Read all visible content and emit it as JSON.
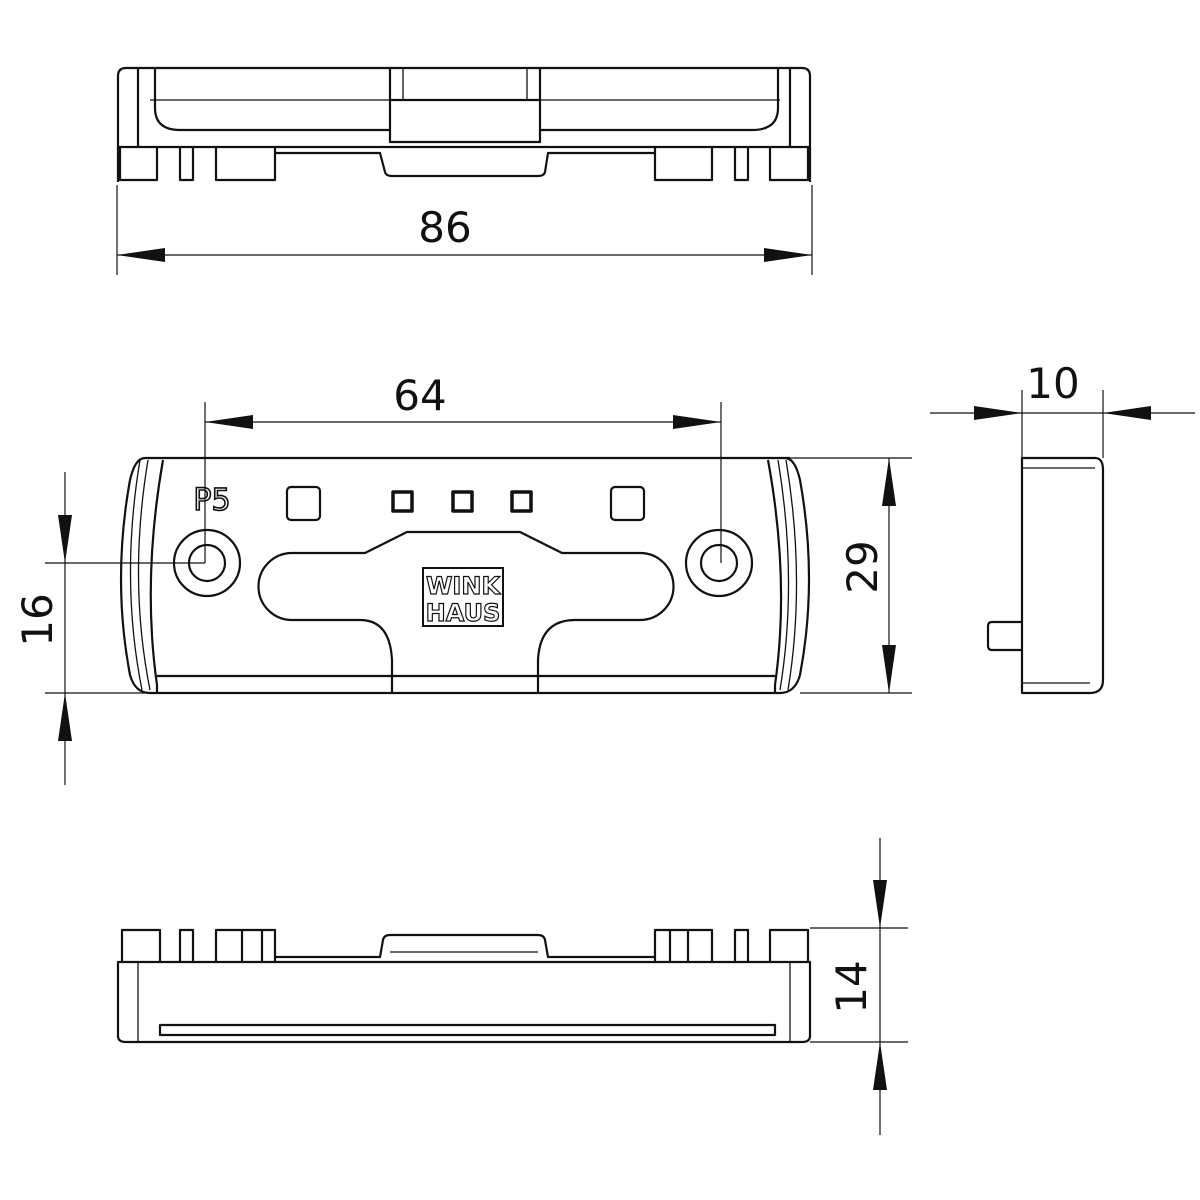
{
  "drawing": {
    "dimensions": {
      "overall_length": "86",
      "hole_spacing": "64",
      "depth": "10",
      "height": "29",
      "hole_offset": "16",
      "thickness": "14"
    },
    "part_marking": "P5",
    "logo": {
      "line1": "WINK",
      "line2": "HAUS"
    },
    "line_color": "#111111"
  }
}
